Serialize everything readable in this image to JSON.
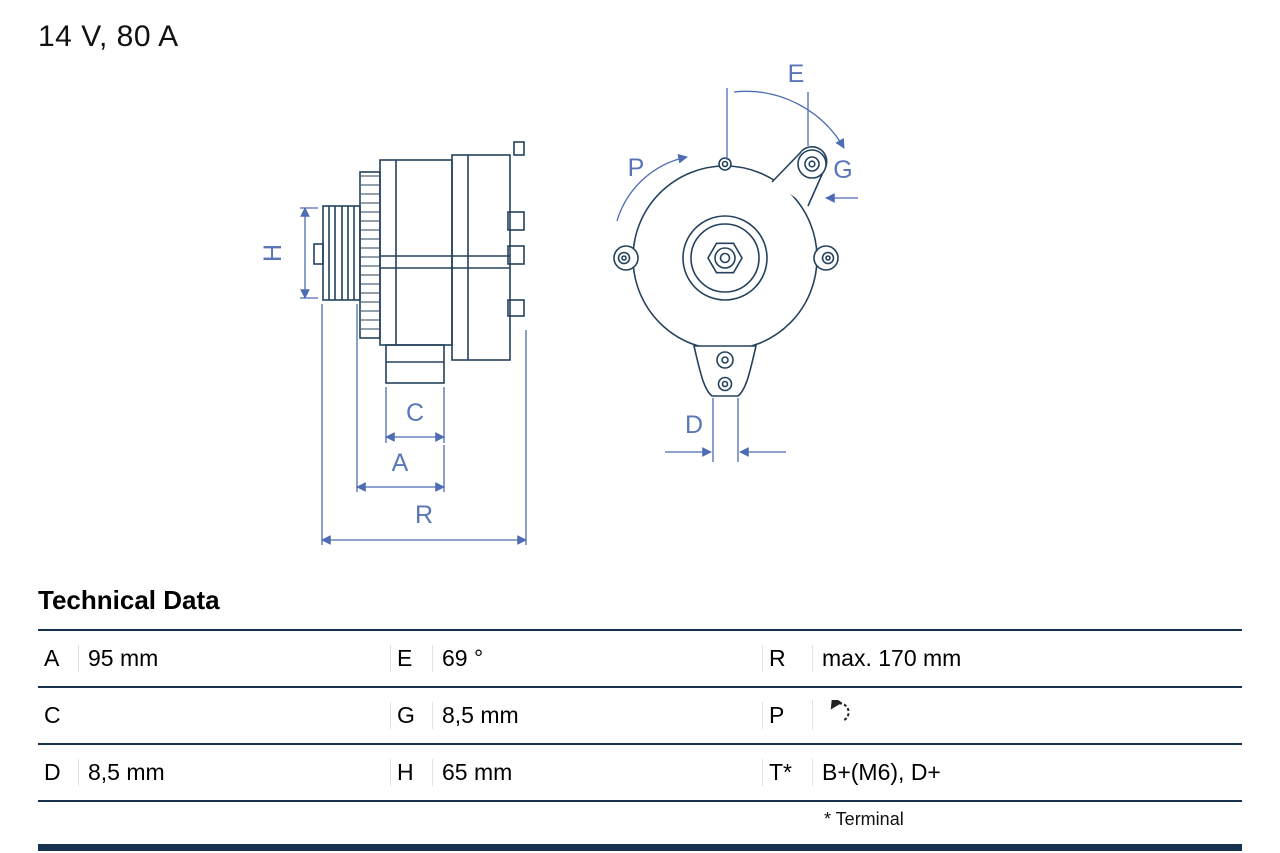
{
  "title": "14 V, 80 A",
  "drawing": {
    "labels": {
      "H": "H",
      "C": "C",
      "A": "A",
      "R": "R",
      "E": "E",
      "G": "G",
      "P": "P",
      "D": "D"
    }
  },
  "technical_data": {
    "heading": "Technical Data",
    "rows": [
      {
        "c1": {
          "key": "A",
          "value": "95 mm"
        },
        "c2": {
          "key": "E",
          "value": "69 °"
        },
        "c3": {
          "key": "R",
          "value": "max. 170 mm"
        }
      },
      {
        "c1": {
          "key": "C",
          "value": ""
        },
        "c2": {
          "key": "G",
          "value": "8,5 mm"
        },
        "c3": {
          "key": "P",
          "value": ""
        }
      },
      {
        "c1": {
          "key": "D",
          "value": "8,5 mm"
        },
        "c2": {
          "key": "H",
          "value": "65 mm"
        },
        "c3": {
          "key": "T*",
          "value": "B+(M6), D+"
        }
      }
    ],
    "footnote": "* Terminal"
  },
  "colors": {
    "drawing_line": "#24425e",
    "dimension_blue": "#4d6cb3",
    "label_blue": "#5b76b8",
    "table_border": "#16324f"
  }
}
